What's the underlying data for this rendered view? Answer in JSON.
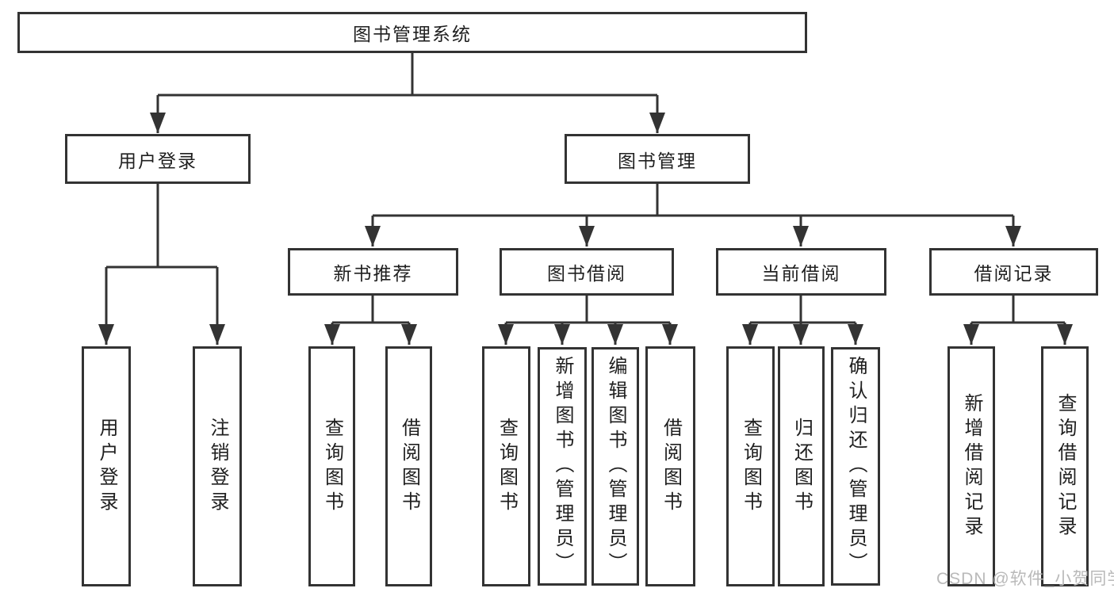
{
  "title": "图书管理系统",
  "branches": {
    "user_login": {
      "label": "用户登录",
      "children": [
        "用户登录",
        "注销登录"
      ]
    },
    "book_management": {
      "label": "图书管理",
      "sections": {
        "new_book_recommend": {
          "label": "新书推荐",
          "children": [
            "查询图书",
            "借阅图书"
          ]
        },
        "book_borrowing": {
          "label": "图书借阅",
          "children": [
            "查询图书",
            "新增图书（管理员）",
            "编辑图书（管理员）",
            "借阅图书"
          ]
        },
        "current_borrowing": {
          "label": "当前借阅",
          "children": [
            "查询图书",
            "归还图书",
            "确认归还（管理员）"
          ]
        },
        "borrowing_records": {
          "label": "借阅记录",
          "children": [
            "新增借阅记录",
            "查询借阅记录"
          ]
        }
      }
    }
  },
  "watermark": "CSDN @软件_小贺同学",
  "colors": {
    "line": "#333333",
    "text": "#1f1f1f",
    "background": "#ffffff",
    "watermark": "#b9b9b9"
  }
}
